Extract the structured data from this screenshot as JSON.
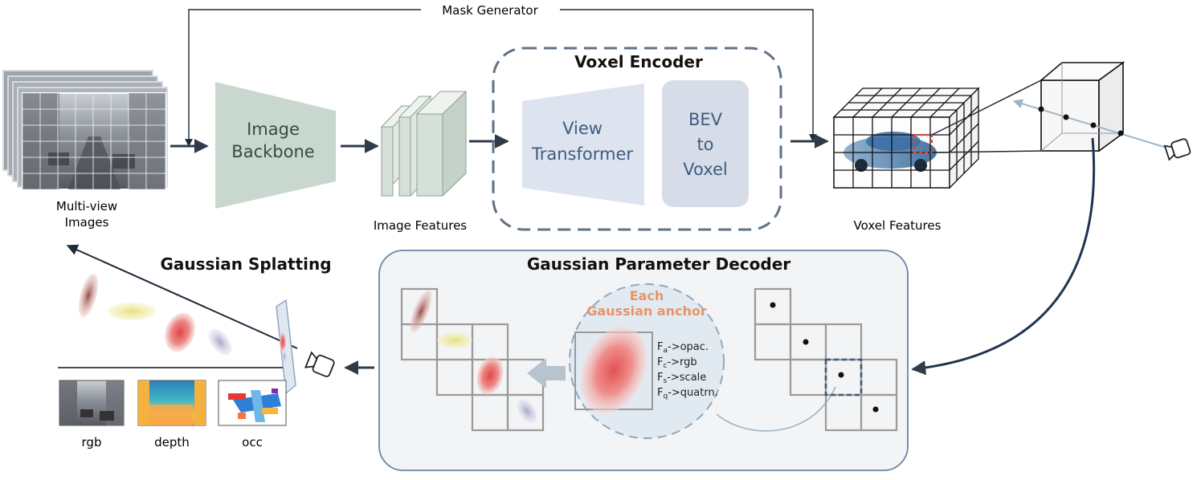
{
  "labels": {
    "mask_generator": "Mask Generator",
    "multi_view_line1": "Multi-view",
    "multi_view_line2": "Images",
    "image_backbone_line1": "Image",
    "image_backbone_line2": "Backbone",
    "image_features": "Image Features",
    "voxel_encoder": "Voxel Encoder",
    "view_transformer_line1": "View",
    "view_transformer_line2": "Transformer",
    "bev_line1": "BEV",
    "bev_line2": "to",
    "bev_line3": "Voxel",
    "voxel_features": "Voxel Features",
    "gaussian_splatting": "Gaussian Splatting",
    "gaussian_param_decoder": "Gaussian Parameter Decoder",
    "each_line1": "Each",
    "each_line2": "Gaussian anchor",
    "param_a_sub": "a",
    "param_a_rest": "->opac.",
    "param_c_sub": "c",
    "param_c_rest": "->rgb",
    "param_s_sub": "s",
    "param_s_rest": "->scale",
    "param_q_sub": "q",
    "param_q_rest": "->quatrn.",
    "param_letter": "F",
    "out_rgb": "rgb",
    "out_depth": "depth",
    "out_occ": "occ"
  },
  "colors": {
    "backbone": "#c9d8cf",
    "view_transformer": "#dde3ef",
    "bev_box": "#d6dde9",
    "encoder_border": "#5f7284",
    "decoder_panel": "#f3f4f6",
    "decoder_border": "#6a84a8",
    "accent_orange": "#e8936a",
    "arrow": "#2f3b4a",
    "highlight_red": "#e0463a"
  }
}
